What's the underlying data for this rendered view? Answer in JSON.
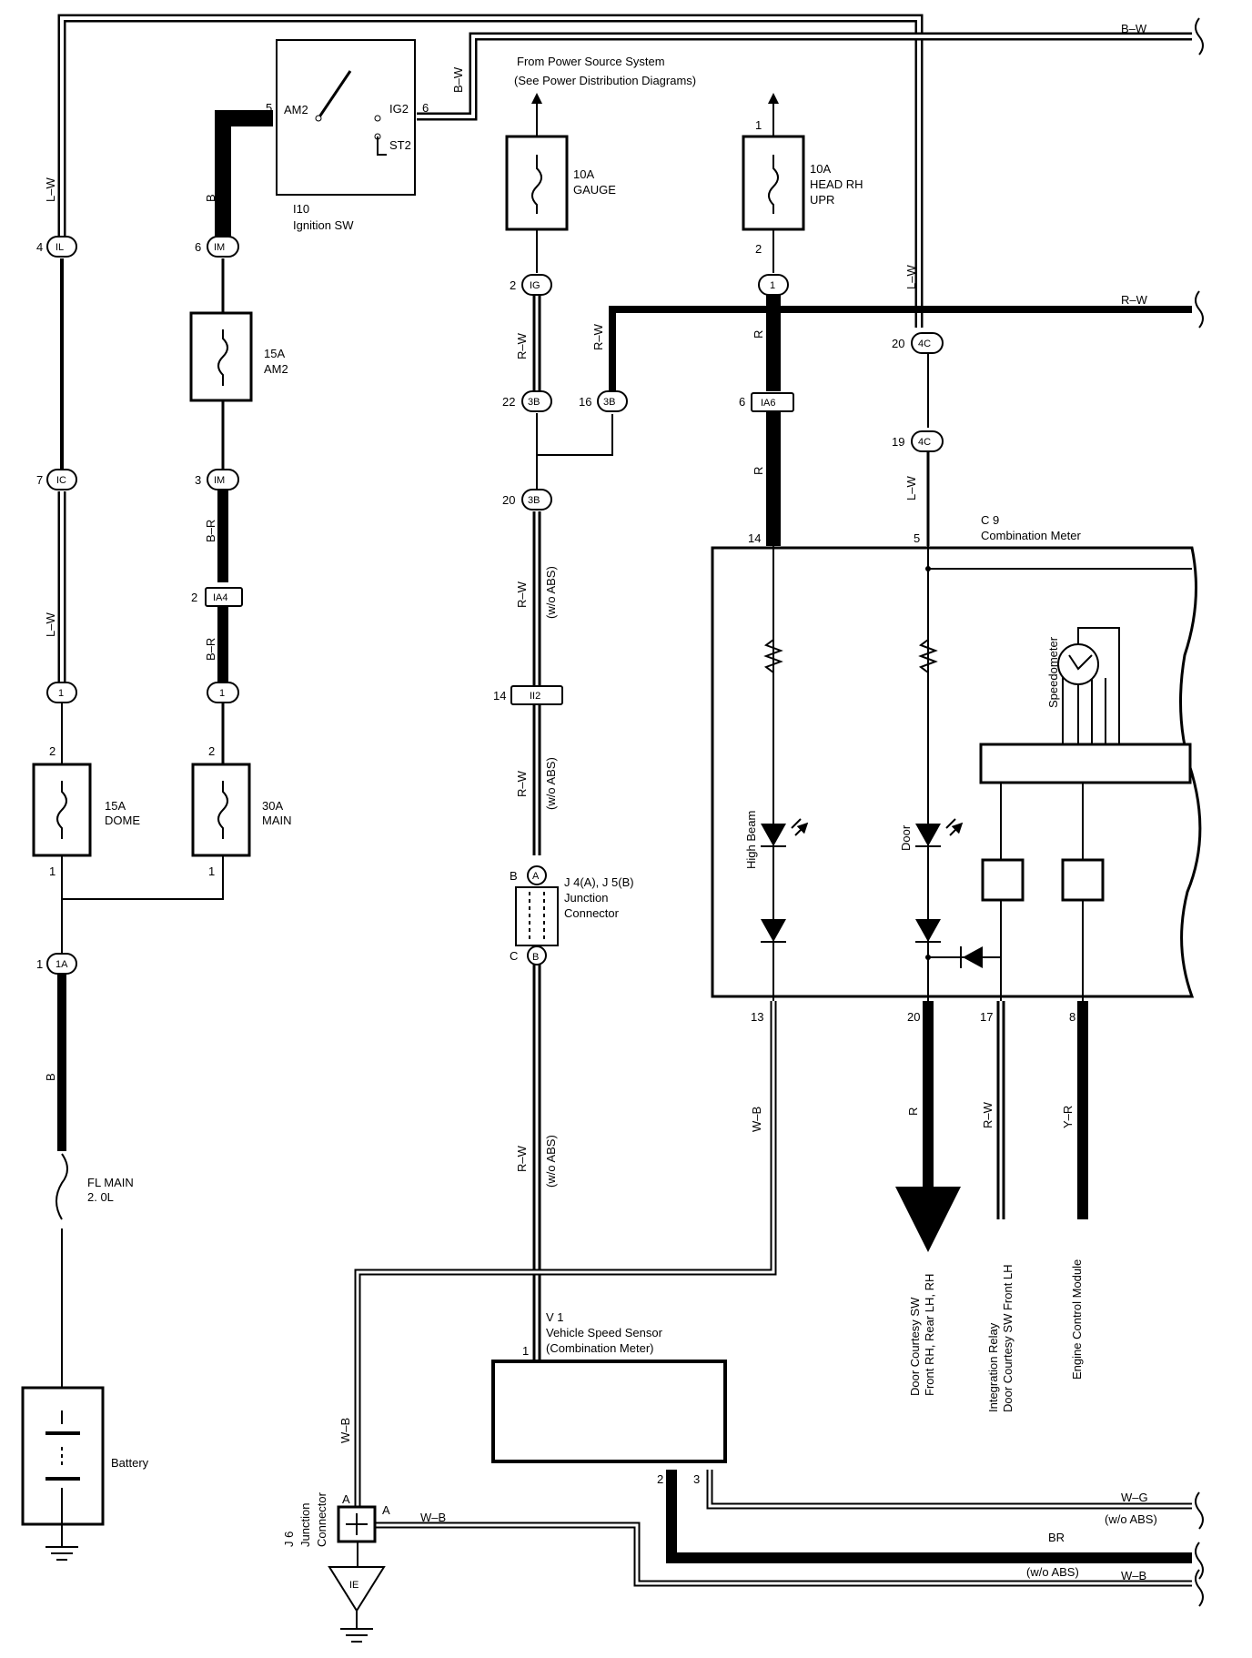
{
  "power_source": {
    "line1": "From Power Source System",
    "line2": "(See Power Distribution Diagrams)"
  },
  "ignition_sw": {
    "code": "I10",
    "name": "Ignition SW",
    "pins": {
      "am2": "AM2",
      "ig2": "IG2",
      "st2": "ST2"
    },
    "pin_numbers": {
      "am2": "5",
      "ig2": "6"
    }
  },
  "fuses": {
    "gauge": {
      "rating": "10A",
      "name": "GAUGE"
    },
    "head_rh_upr": {
      "rating": "10A",
      "name1": "HEAD RH",
      "name2": "UPR",
      "pin_top": "1",
      "pin_bottom": "2"
    },
    "am2": {
      "rating": "15A",
      "name": "AM2"
    },
    "dome": {
      "rating": "15A",
      "name": "DOME",
      "pin_top": "2",
      "pin_bottom": "1"
    },
    "main": {
      "rating": "30A",
      "name": "MAIN",
      "pin_top": "2",
      "pin_bottom": "1"
    },
    "fl_main": {
      "name": "FL MAIN",
      "size": "2. 0L"
    }
  },
  "battery": {
    "label": "Battery"
  },
  "connectors": {
    "il": {
      "code": "IL",
      "pin": "4"
    },
    "im_top": {
      "code": "IM",
      "pin": "6"
    },
    "ig": {
      "code": "IG",
      "pin": "2"
    },
    "c1_head": {
      "code": "1"
    },
    "c4c_top": {
      "code": "4C",
      "pin": "20"
    },
    "c3b_22": {
      "code": "3B",
      "pin": "22"
    },
    "c3b_16": {
      "code": "3B",
      "pin": "16"
    },
    "ia6": {
      "code": "IA6",
      "pin": "6"
    },
    "c4c_bot": {
      "code": "4C",
      "pin": "19"
    },
    "ic": {
      "code": "IC",
      "pin": "7"
    },
    "im_bot": {
      "code": "IM",
      "pin": "3"
    },
    "c3b_20": {
      "code": "3B",
      "pin": "20"
    },
    "ia4": {
      "code": "IA4",
      "pin": "2"
    },
    "c1_left": {
      "code": "1"
    },
    "c1_mid": {
      "code": "1"
    },
    "ii2": {
      "code": "II2",
      "pin": "14"
    },
    "c1a": {
      "code": "1A",
      "pin": "1"
    },
    "ie": {
      "code": "IE"
    }
  },
  "junction_j4j5": {
    "title": "J 4(A), J 5(B)",
    "line2": "Junction",
    "line3": "Connector",
    "top_a": "A",
    "top_b": "B",
    "bot_b": "B",
    "bot_c": "C"
  },
  "junction_j6": {
    "title": "J 6",
    "line2": "Junction",
    "line3": "Connector",
    "pin_left": "A",
    "pin_right": "A"
  },
  "combination_meter": {
    "code": "C 9",
    "name": "Combination Meter",
    "pin_top_left": "14",
    "pin_top_mid": "5",
    "pins_bottom": [
      "13",
      "20",
      "17",
      "8"
    ],
    "high_beam": "High Beam",
    "door": "Door",
    "speedometer": "Speedometer"
  },
  "speed_sensor": {
    "code": "V 1",
    "name": "Vehicle Speed Sensor",
    "sub": "(Combination Meter)",
    "pin_in": "1",
    "pin_2": "2",
    "pin_3": "3"
  },
  "wires": {
    "b_w_top": "B–W",
    "b_w_ign": "B–W",
    "r_w_right": "R–W",
    "l_w_left_1": "L–W",
    "l_w_left_2": "L–W",
    "b_am2": "B",
    "b_r_1": "B–R",
    "b_r_2": "B–R",
    "r_w_1": "R–W",
    "r_w_2": "R–W",
    "r_w_3": "R–W",
    "r_w_4": "R–W",
    "r_w_5": "R–W",
    "wo_abs_1": "(w/o ABS)",
    "wo_abs_2": "(w/o ABS)",
    "wo_abs_3": "(w/o ABS)",
    "r_1": "R",
    "r_2": "R",
    "l_w_right_1": "L–W",
    "l_w_right_2": "L–W",
    "b_batt": "B",
    "w_b_meter": "W–B",
    "w_b_j6": "W–B",
    "w_b_j6_right": "W–B",
    "r_out": "R",
    "r_w_out": "R–W",
    "y_r_out": "Y–R",
    "w_g_out": "W–G",
    "w_g_note": "(w/o ABS)",
    "br_out": "BR",
    "br_note": "(w/o ABS)",
    "w_b_out": "W–B"
  },
  "destinations": {
    "door_courtesy": {
      "line1": "Door Courtesy SW",
      "line2": "Front RH, Rear LH, RH"
    },
    "integration": {
      "line1": "Integration Relay",
      "line2": "Door Courtesy SW Front LH"
    },
    "ecm": {
      "line1": "Engine Control Module"
    }
  }
}
